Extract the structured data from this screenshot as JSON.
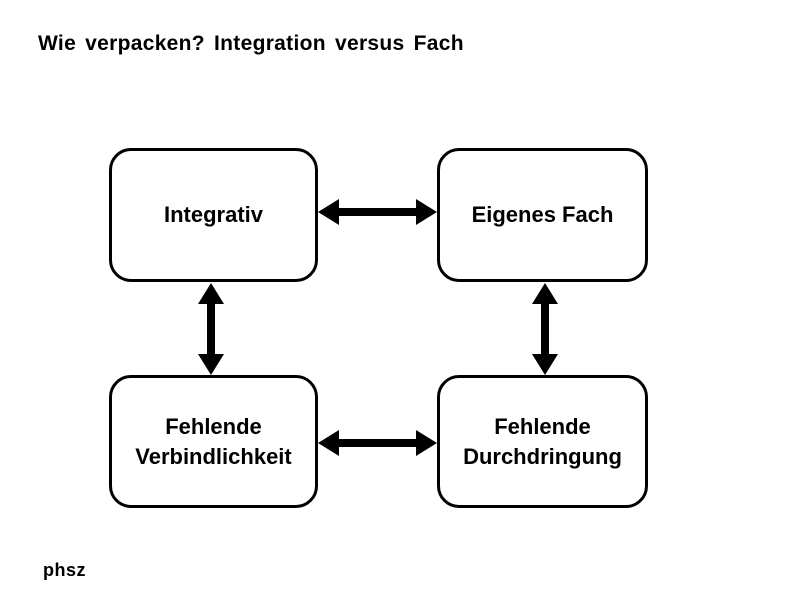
{
  "page": {
    "title": "Wie verpacken? Integration versus Fach",
    "logo_text": "phsz",
    "background_color": "#ffffff"
  },
  "diagram": {
    "colors": {
      "box_border": "#000000",
      "box_fill": "#ffffff",
      "arrow": "#000000",
      "text": "#000000"
    },
    "boxes": [
      {
        "id": "integrativ",
        "label": "Integrativ",
        "position": "top-left"
      },
      {
        "id": "eigenes-fach",
        "label": "Eigenes Fach",
        "position": "top-right"
      },
      {
        "id": "fehlende-verbindlichkeit",
        "label": "Fehlende Verbindlichkeit",
        "position": "bottom-left"
      },
      {
        "id": "fehlende-durchdringung",
        "label": "Fehlende Durchdringung",
        "position": "bottom-right"
      }
    ],
    "connections": [
      {
        "from": "Integrativ",
        "to": "Eigenes Fach",
        "type": "bidirectional-arrow",
        "orientation": "horizontal"
      },
      {
        "from": "Fehlende Verbindlichkeit",
        "to": "Fehlende Durchdringung",
        "type": "bidirectional-arrow",
        "orientation": "horizontal"
      },
      {
        "from": "Integrativ",
        "to": "Fehlende Verbindlichkeit",
        "type": "bidirectional-arrow",
        "orientation": "vertical"
      },
      {
        "from": "Eigenes Fach",
        "to": "Fehlende Durchdringung",
        "type": "bidirectional-arrow",
        "orientation": "vertical"
      }
    ]
  }
}
